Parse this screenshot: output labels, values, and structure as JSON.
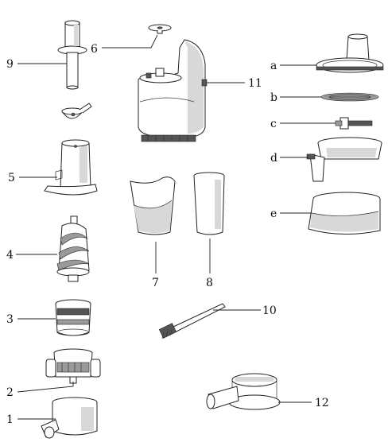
{
  "diagram": {
    "labels": {
      "p1": "1",
      "p2": "2",
      "p3": "3",
      "p4": "4",
      "p5": "5",
      "p6": "6",
      "p7": "7",
      "p8": "8",
      "p9": "9",
      "p10": "10",
      "p11": "11",
      "p12": "12",
      "pa": "a",
      "pb": "b",
      "pc": "c",
      "pd": "d",
      "pe": "e"
    }
  }
}
